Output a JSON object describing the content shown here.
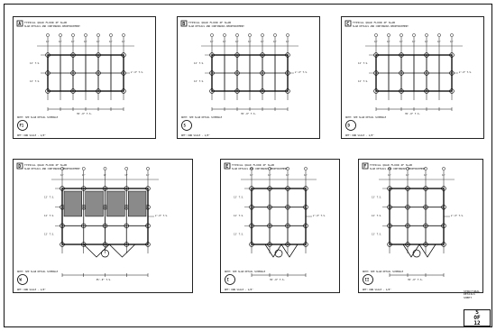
{
  "sheet": {
    "panels": [
      {
        "num": "A",
        "title": "TYPICAL QUAD FLOOR 2F SLAB",
        "subtitle": "SLAB DETAILS AND CONTINUOUS REINFORCEMENT",
        "circle": "F1",
        "dim_total": "35'-0\" T.S.",
        "note": "NOTE: SEE SLAB DETAIL SCHEDULE",
        "scale": "REF: DWN SCALE - 1/8\""
      },
      {
        "num": "B",
        "title": "TYPICAL QUAD FLOOR 2F SLAB",
        "subtitle": "SLAB DETAILS AND CONTINUOUS REINFORCEMENT",
        "circle": "S",
        "dim_total": "35'-0\" T.S.",
        "note": "NOTE: SEE SLAB DETAIL SCHEDULE",
        "scale": "REF: DWN SCALE - 1/8\""
      },
      {
        "num": "C",
        "title": "TYPICAL QUAD FLOOR 2F SLAB",
        "subtitle": "SLAB DETAILS AND CONTINUOUS REINFORCEMENT",
        "circle": "D",
        "dim_total": "35'-0\" T.S.",
        "note": "NOTE: SEE SLAB DETAIL SCHEDULE",
        "scale": "REF: DWN SCALE - 1/8\""
      },
      {
        "num": "D",
        "title": "TYPICAL QUAD FLOOR 2F SLAB",
        "subtitle": "SLAB DETAILS AND CONTINUOUS REINFORCEMENT",
        "circle": "W",
        "dim_total": "35'-0\" T.S.",
        "note": "NOTE: SEE SLAB DETAIL SCHEDULE",
        "scale": "REF: DWN SCALE - 1/8\""
      },
      {
        "num": "E",
        "title": "TYPICAL QUAD FLOOR 2F SLAB",
        "subtitle": "SLAB DETAILS AND CONTINUOUS REINFORCEMENT",
        "circle": "I",
        "dim_total": "35'-0\" T.S.",
        "note": "NOTE: SEE SLAB DETAIL SCHEDULE",
        "scale": "REF: DWN SCALE - 1/8\""
      },
      {
        "num": "F",
        "title": "TYPICAL QUAD FLOOR 2F SLAB",
        "subtitle": "SLAB DETAILS AND CONTINUOUS REINFORCEMENT",
        "circle": "II",
        "dim_total": "35'-0\" T.S.",
        "note": "NOTE: SEE SLAB DETAIL SCHEDULE",
        "scale": "REF: DWN SCALE - 1/8\""
      }
    ],
    "title_block": {
      "lines": [
        "STRUCTURAL",
        "DETAILS",
        "SHEET"
      ],
      "sheet_label": "S",
      "of_label": "OF",
      "total": "12"
    }
  }
}
